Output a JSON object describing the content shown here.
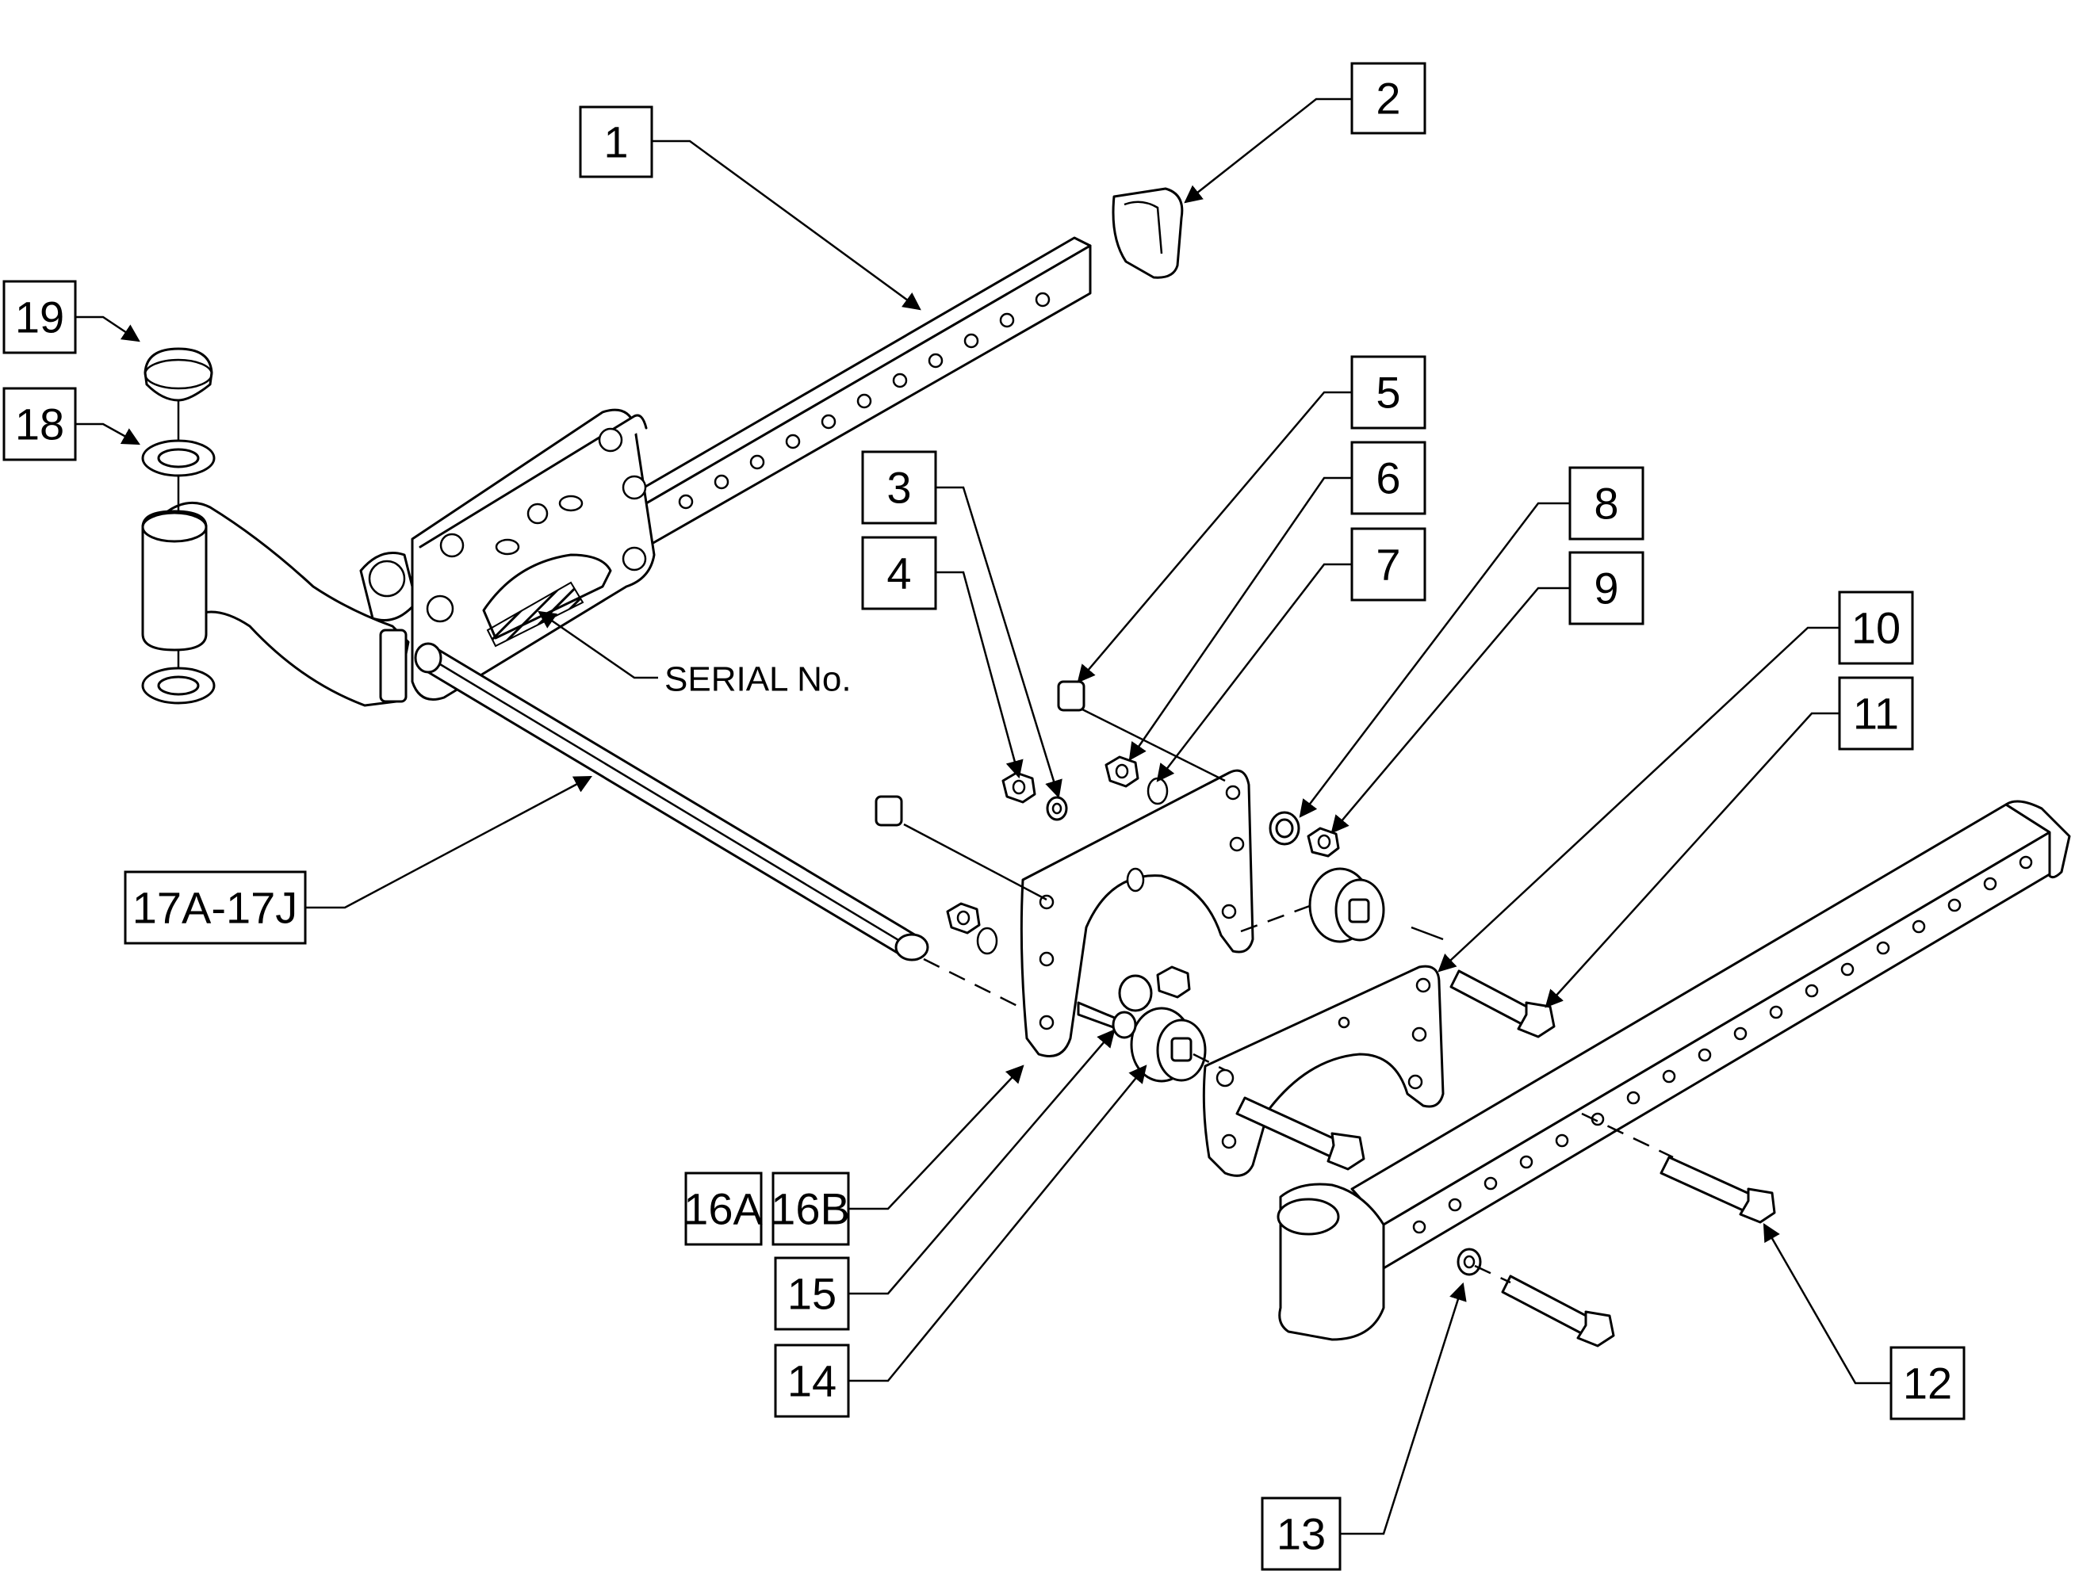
{
  "labels": {
    "l1": "1",
    "l2": "2",
    "l3": "3",
    "l4": "4",
    "l5": "5",
    "l6": "6",
    "l7": "7",
    "l8": "8",
    "l9": "9",
    "l10": "10",
    "l11": "11",
    "l12": "12",
    "l13": "13",
    "l14": "14",
    "l15": "15",
    "l16a": "16A",
    "l16b": "16B",
    "l17": "17A-17J",
    "l18": "18",
    "l19": "19"
  },
  "serial_text": "SERIAL No."
}
